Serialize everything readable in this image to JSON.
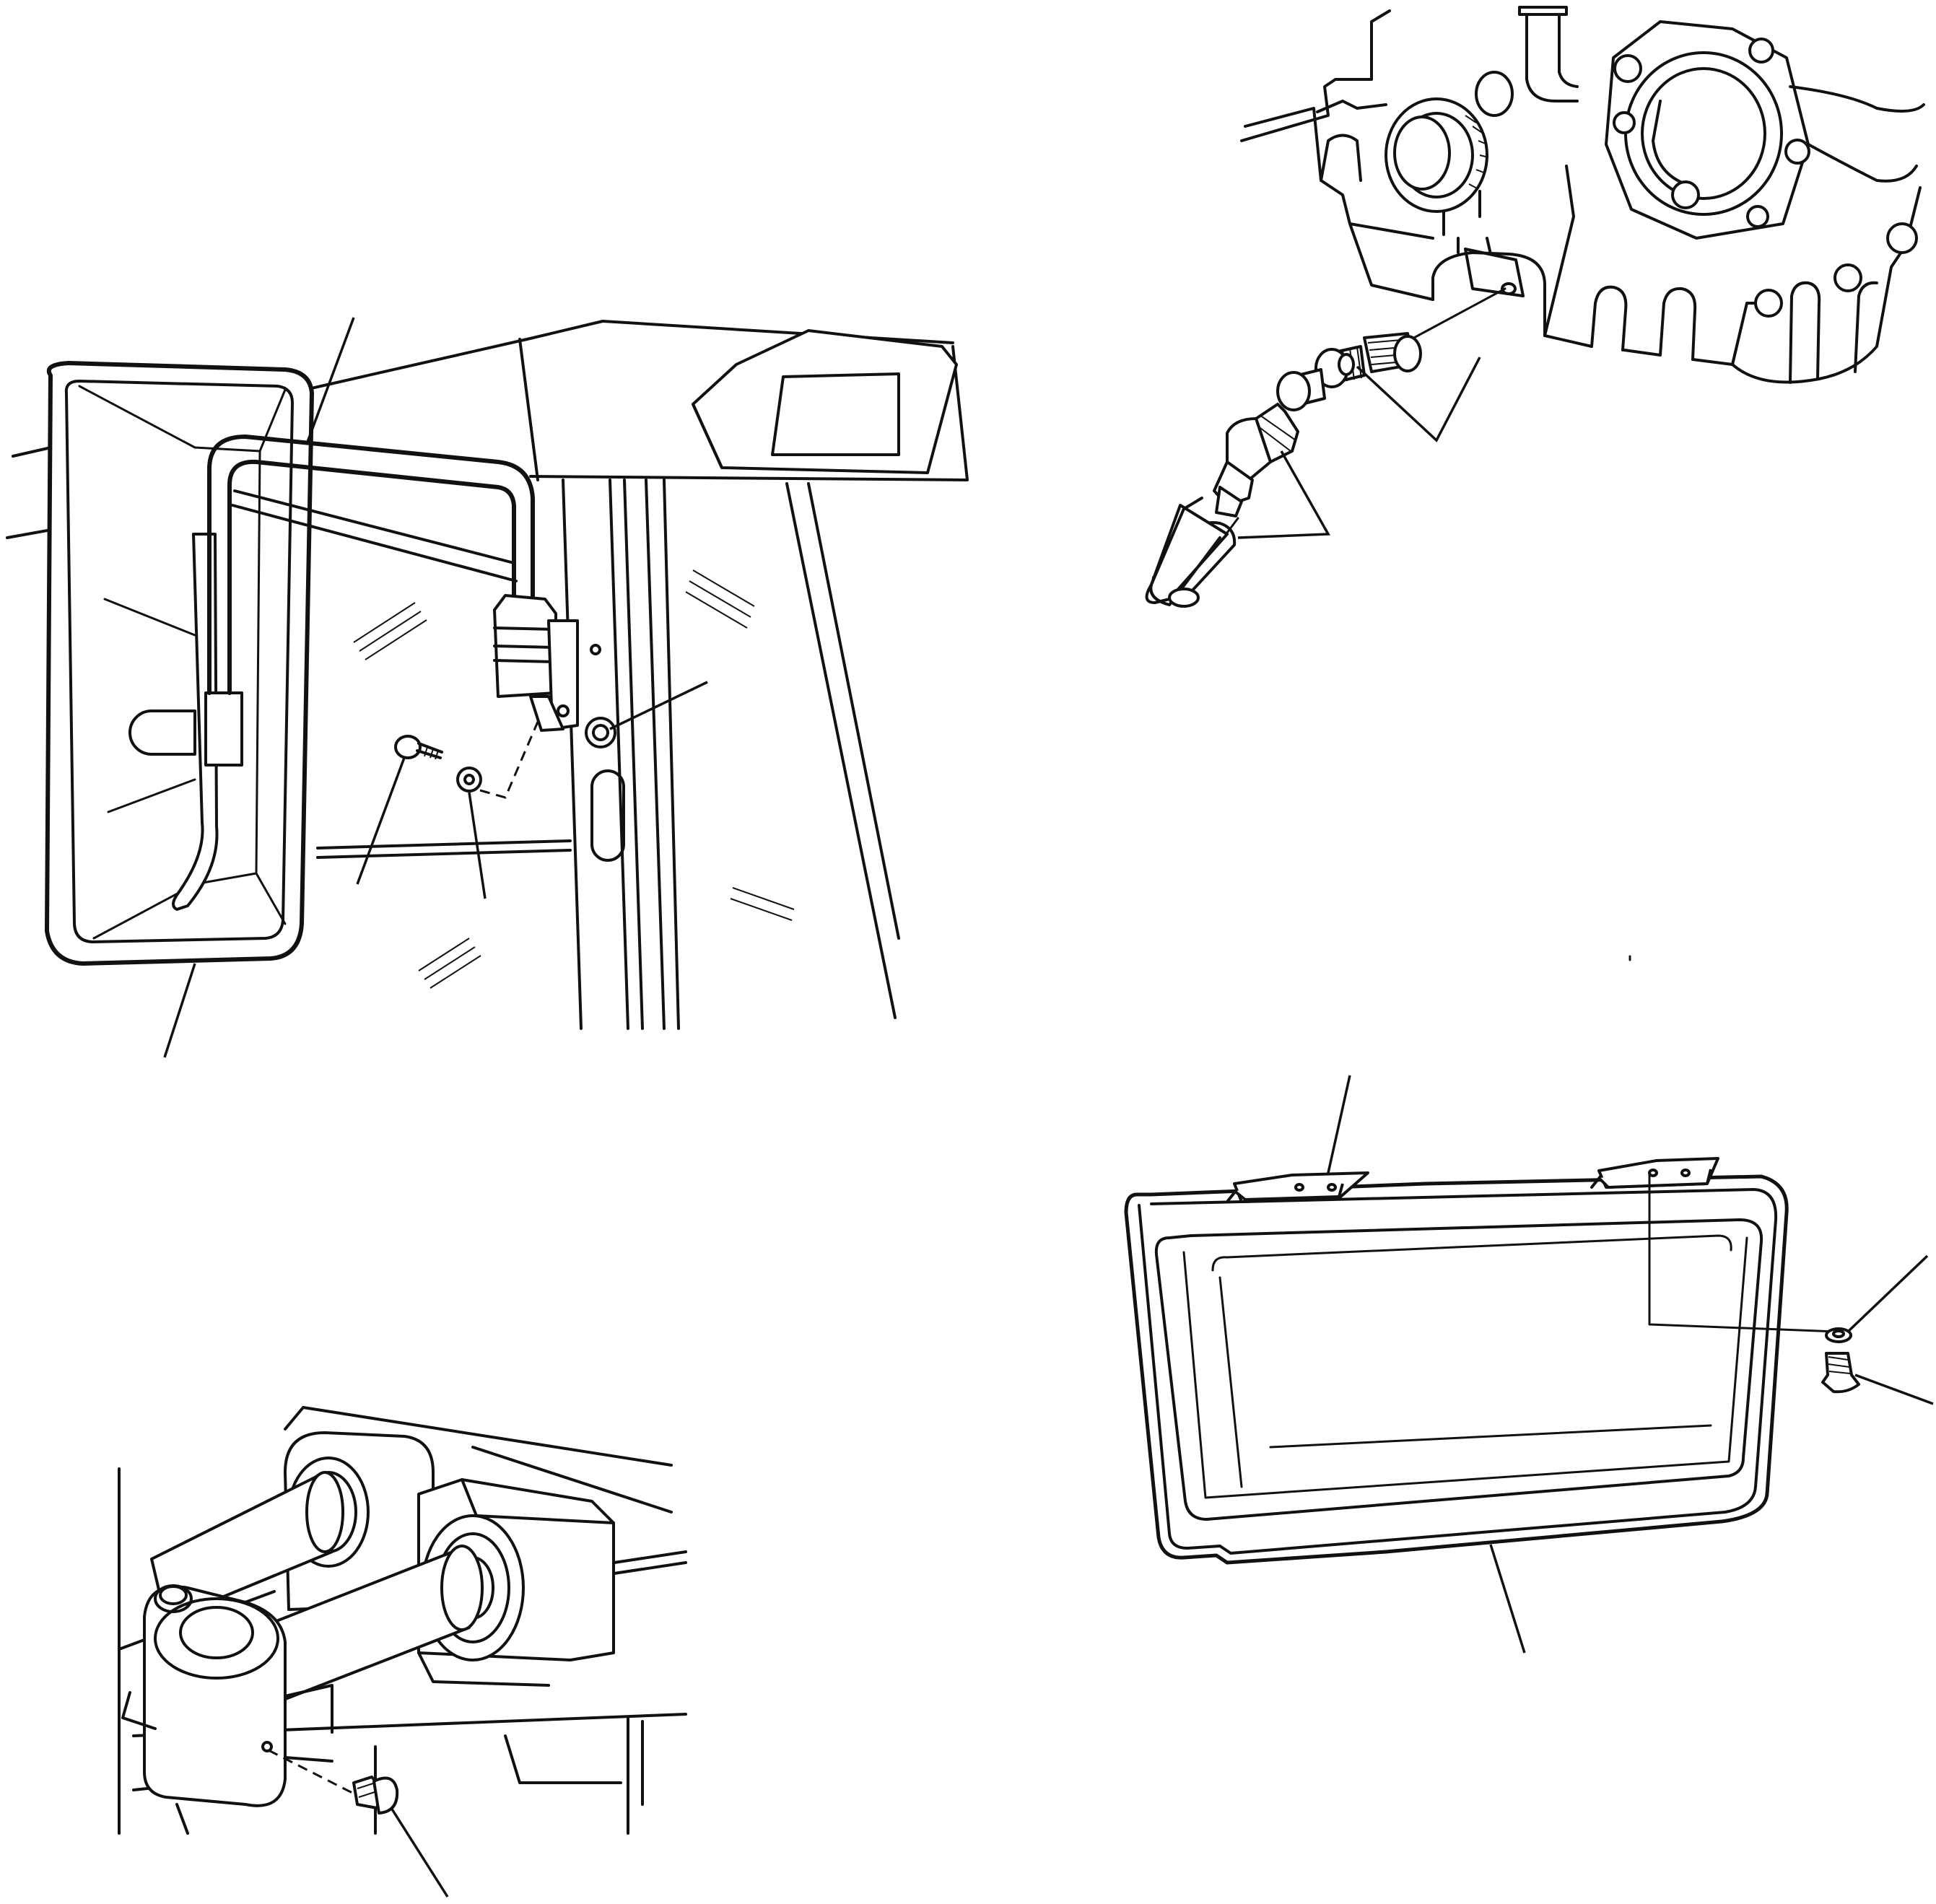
{
  "figures": [
    {
      "id": "rear-view-mirror",
      "label": ""
    },
    {
      "id": "engine-oil-drain-valve",
      "label": ""
    },
    {
      "id": "pin-grease-fitting",
      "label": ""
    },
    {
      "id": "cover-panel",
      "label": ""
    }
  ],
  "callouts": [],
  "colors": {
    "ink": "#111111",
    "paper": "#ffffff"
  }
}
